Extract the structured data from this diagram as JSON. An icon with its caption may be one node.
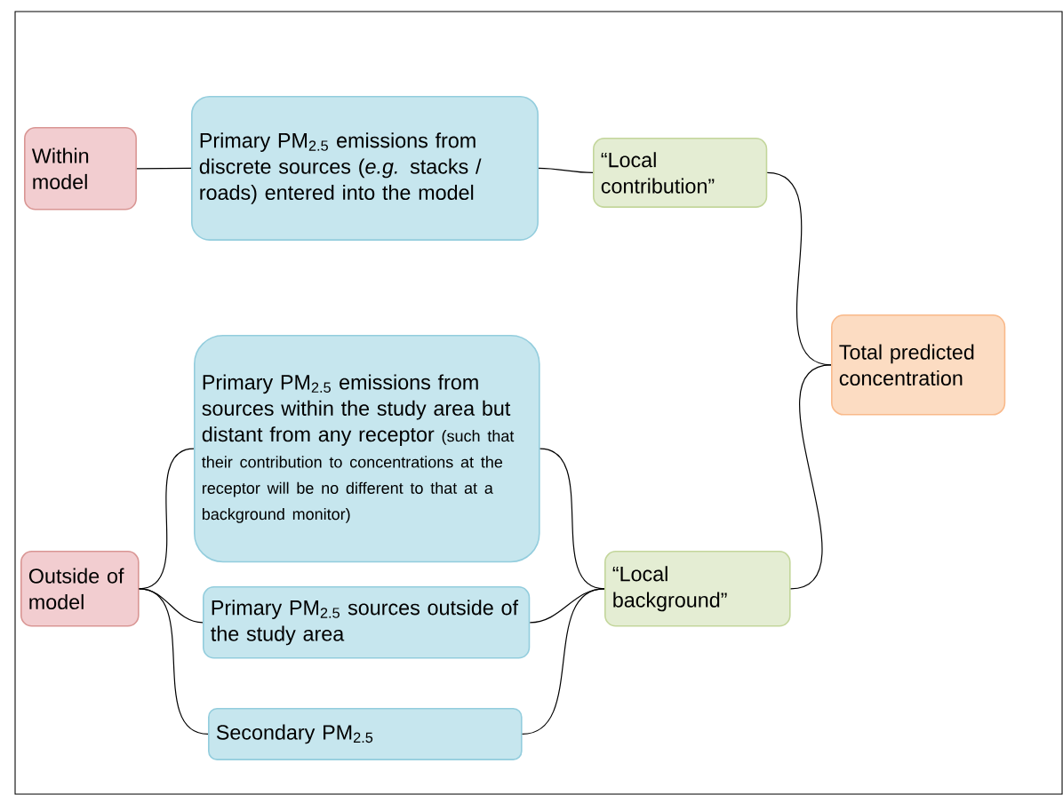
{
  "diagram": {
    "nodes": [
      {
        "text": [
          "Within model"
        ]
      },
      {
        "text": [
          "Primary PM$_{2.5}$ emissions from discrete sources (*e.g.* stacks / roads) entered into the model"
        ]
      },
      {
        "text": [
          "“Local contribution”"
        ]
      },
      {
        "text": [
          "Total predicted concentration"
        ]
      },
      {
        "text": [
          "Primary PM$_{2.5}$ emissions from sources within the study area but distant from any receptor",
          "(such that their contribution to concentrations at the receptor will be no different to that at a background monitor)"
        ]
      },
      {
        "text": [
          "Outside of model"
        ]
      },
      {
        "text": [
          "Primary PM$_{2.5}$ sources outside of the study area"
        ]
      },
      {
        "text": [
          "Secondary PM$_{2.5}$"
        ]
      },
      {
        "text": [
          "“Local background”"
        ]
      }
    ],
    "edges": [
      {
        "from": 0,
        "to": 1,
        "arrow": "none"
      },
      {
        "from": 1,
        "to": 2,
        "arrow": "none"
      },
      {
        "from": 2,
        "to": 3,
        "arrow": "none"
      },
      {
        "from": 5,
        "to": 4,
        "arrow": "none"
      },
      {
        "from": 5,
        "to": 6,
        "arrow": "none"
      },
      {
        "from": 5,
        "to": 7,
        "arrow": "none"
      },
      {
        "from": 4,
        "to": 8,
        "arrow": "none"
      },
      {
        "from": 6,
        "to": 8,
        "arrow": "none"
      },
      {
        "from": 7,
        "to": 8,
        "arrow": "none"
      },
      {
        "from": 8,
        "to": 3,
        "arrow": "none"
      }
    ]
  }
}
